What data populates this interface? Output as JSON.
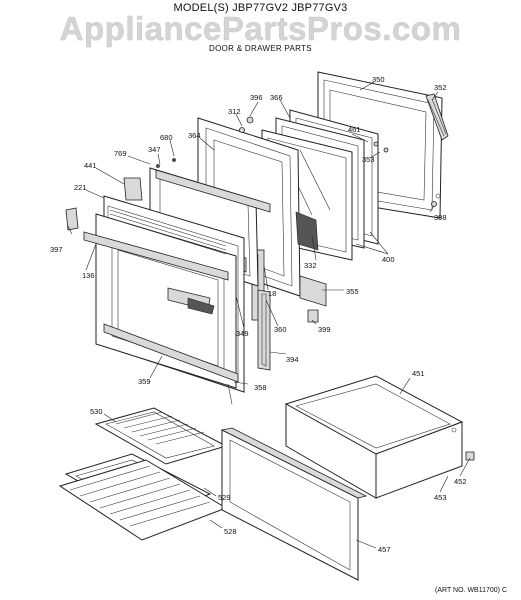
{
  "header": {
    "model_title": "MODEL(S) JBP77GV2  JBP77GV3",
    "watermark": "AppliancePartsPros.com",
    "subtitle": "DOOR & DRAWER PARTS"
  },
  "footer": {
    "art_number": "(ART NO. WB11700) C"
  },
  "callouts": [
    "350",
    "352",
    "396",
    "366",
    "312",
    "680",
    "364",
    "461",
    "347",
    "769",
    "353",
    "441",
    "221",
    "398",
    "397",
    "332",
    "400",
    "18",
    "136",
    "355",
    "399",
    "349",
    "360",
    "394",
    "359",
    "358",
    "451",
    "530",
    "452",
    "453",
    "529",
    "528",
    "457"
  ]
}
